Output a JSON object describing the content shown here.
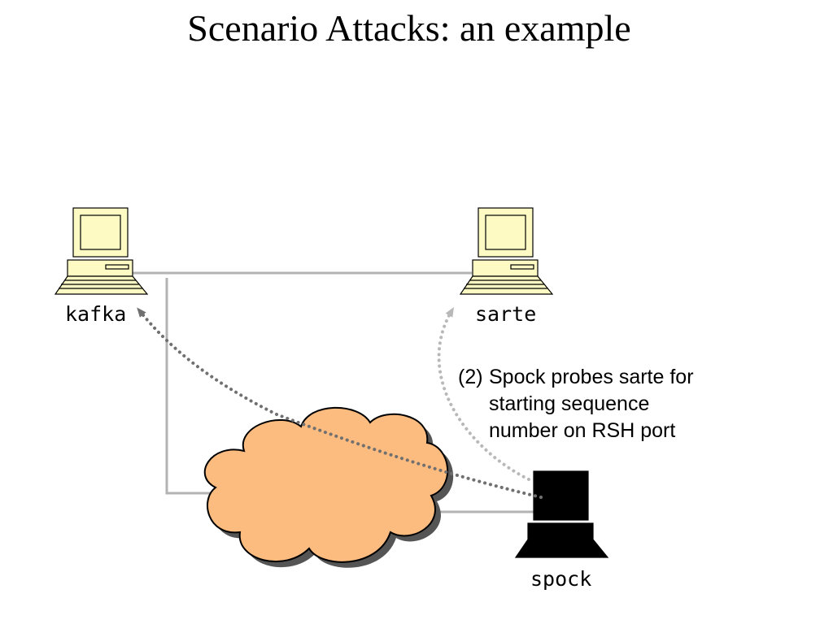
{
  "slide": {
    "title": "Scenario Attacks: an example"
  },
  "hosts": {
    "kafka": "kafka",
    "sarte": "sarte",
    "spock": "spock"
  },
  "annotation": {
    "number": "(2)",
    "lines": [
      "Spock probes sarte for",
      "starting sequence",
      "number on RSH port"
    ]
  },
  "colors": {
    "terminal_fill": "#fdfbc3",
    "cloud_fill": "#fcbb7f",
    "cloud_shadow": "#555555",
    "network_line": "#b3b3b3",
    "probe_arrow": "#b8b8b8",
    "attack_arrow": "#707070",
    "attacker_fill": "#000000"
  }
}
